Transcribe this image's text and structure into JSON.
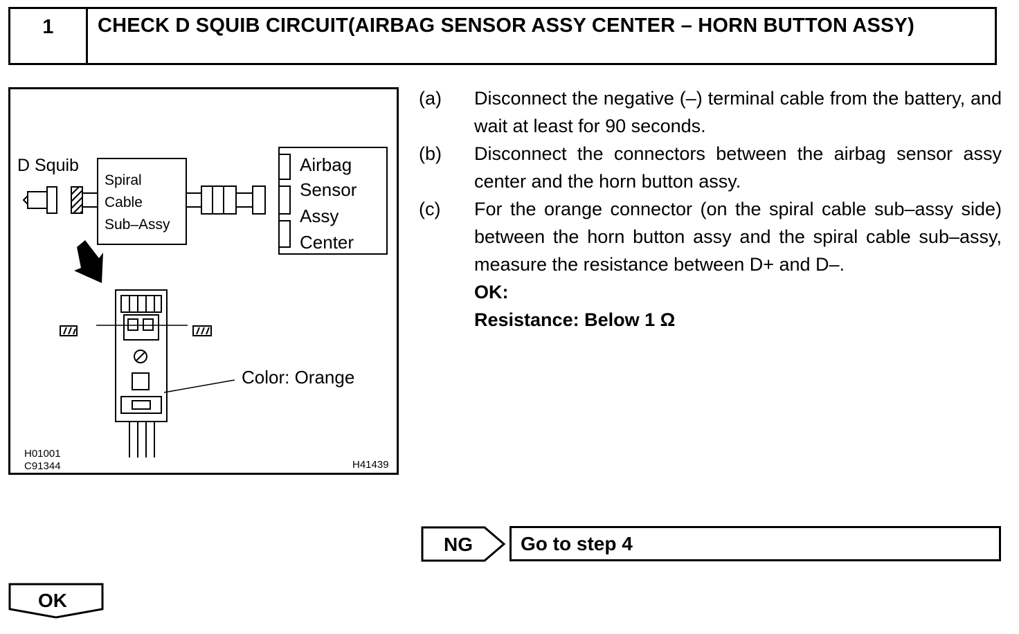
{
  "header": {
    "step_number": "1",
    "title": "CHECK D SQUIB CIRCUIT(AIRBAG SENSOR ASSY CENTER – HORN BUTTON ASSY)"
  },
  "figure": {
    "labels": {
      "d_squib": "D Squib",
      "spiral_1": "Spiral",
      "spiral_2": "Cable",
      "spiral_3": "Sub–Assy",
      "airbag_1": "Airbag",
      "airbag_2": "Sensor",
      "airbag_3": "Assy",
      "airbag_4": "Center",
      "color_note": "Color: Orange",
      "code_1": "H01001",
      "code_2": "C91344",
      "code_3": "H41439"
    }
  },
  "instructions": [
    {
      "marker": "(a)",
      "text": "Disconnect the negative (–) terminal cable from the battery, and wait at least for 90 seconds."
    },
    {
      "marker": "(b)",
      "text": "Disconnect the connectors between the airbag sensor assy center and the horn button assy."
    },
    {
      "marker": "(c)",
      "text": "For the orange connector (on the spiral cable sub–assy side) between the horn button assy and the spiral cable sub–assy, measure the resistance between D+ and D–."
    }
  ],
  "spec": {
    "ok_label": "OK:",
    "resistance": "Resistance: Below 1 Ω"
  },
  "ng": {
    "label": "NG",
    "target": "Go to step 4"
  },
  "ok": {
    "label": "OK"
  }
}
